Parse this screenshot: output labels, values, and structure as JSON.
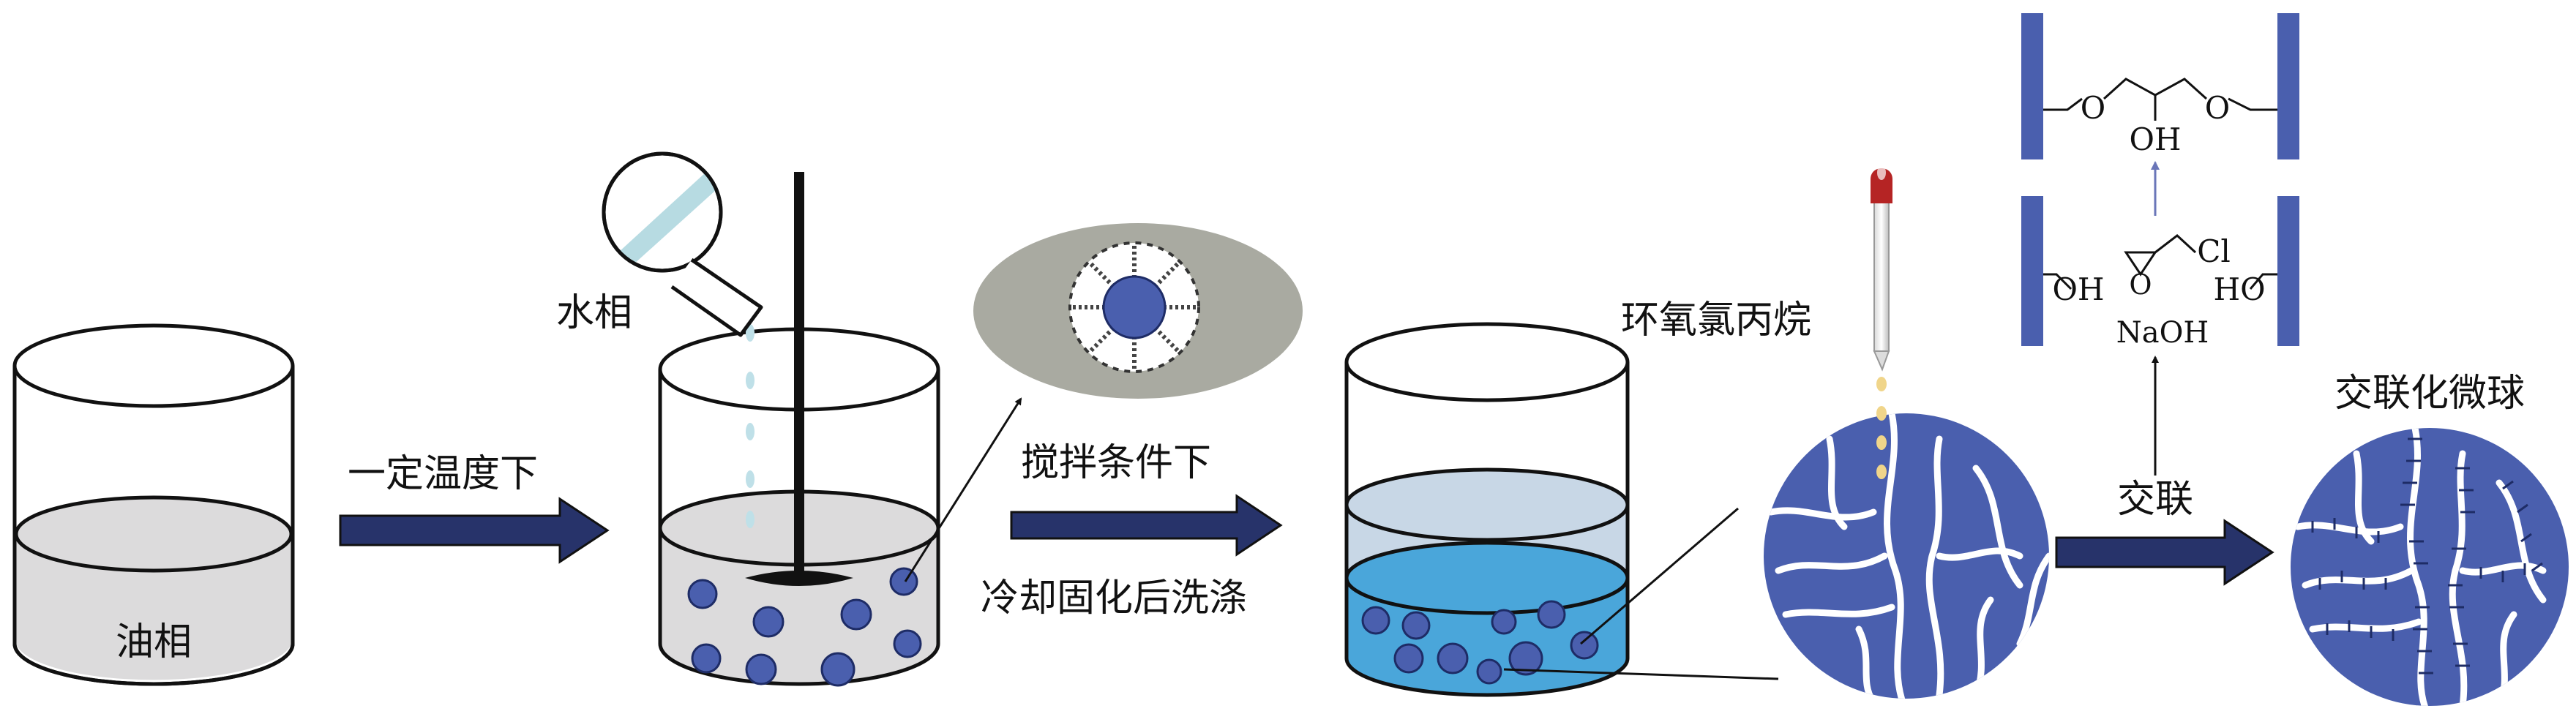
{
  "labels": {
    "oil_phase": "油相",
    "water_phase": "水相",
    "step1": "一定温度下",
    "step2": "搅拌条件下",
    "step3": "冷却固化后洗涤",
    "reagent": "环氧氯丙烷",
    "step4": "交联",
    "product": "交联化微球"
  },
  "chemistry": {
    "o_left": "O",
    "oh_center": "OH",
    "o_right": "O",
    "oh_left": "OH",
    "ho_right": "HO",
    "cl": "Cl",
    "o_epoxide": "O",
    "base": "NaOH"
  },
  "colors": {
    "arrow_fill": "#27336a",
    "bead": "#4a5fae",
    "bead_edge": "#1e2c66",
    "oil": "#dcdbdc",
    "water_light": "#c8d7e6",
    "water_blue": "#4aa6da",
    "gray_ellipse": "#a9aaa1",
    "chain_bar": "#4a5fae",
    "dropper_tip": "#b52424",
    "droplet": "#f0d58a"
  }
}
